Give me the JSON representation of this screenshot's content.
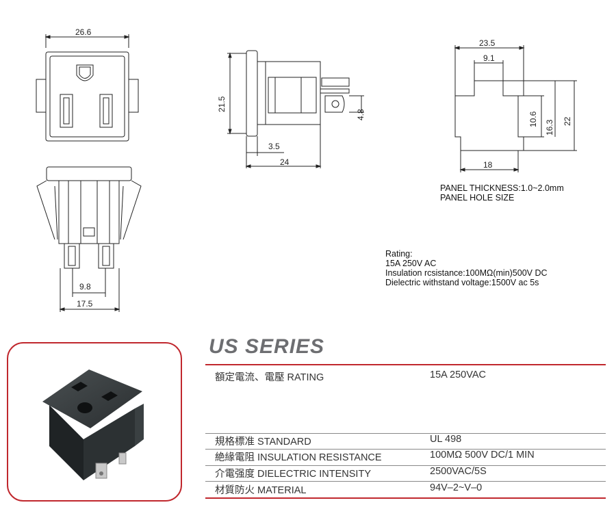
{
  "drawing_front": {
    "dim_width": "26.6"
  },
  "drawing_side": {
    "dim_height": "21.5",
    "dim_tab": "4.8",
    "dim_flange": "3.5",
    "dim_depth": "24"
  },
  "drawing_bottom": {
    "dim_pin_spacing": "9.8",
    "dim_width": "17.5"
  },
  "drawing_cutout": {
    "dim_top": "23.5",
    "dim_inner": "9.1",
    "dim_h1": "10.6",
    "dim_h2": "16.3",
    "dim_h3": "22",
    "dim_bottom": "18",
    "note_line1": "PANEL THICKNESS:1.0~2.0mm",
    "note_line2": "PANEL HOLE SIZE"
  },
  "rating_notes": [
    "Rating:",
    "15A 250V AC",
    "Insulation rcsistance:100MΩ(min)500V  DC",
    "Dielectric withstand voltage:1500V ac 5s"
  ],
  "series_title": "US SERIES",
  "specs": [
    {
      "label": "額定電流、電壓 RATING",
      "value": "15A 250VAC"
    },
    {
      "label": "規格標准 STANDARD",
      "value": "UL 498"
    },
    {
      "label": "絶緣電阻 INSULATION RESISTANCE",
      "value": "100MΩ 500V DC/1 MIN"
    },
    {
      "label": "介電强度 DIELECTRIC INTENSITY",
      "value": "2500VAC/5S"
    },
    {
      "label": "材質防火 MATERIAL",
      "value": "94V–2~V–0"
    }
  ],
  "colors": {
    "accent_red": "#c0272d",
    "title_gray": "#6d6e71",
    "socket_body": "#2f3436"
  }
}
